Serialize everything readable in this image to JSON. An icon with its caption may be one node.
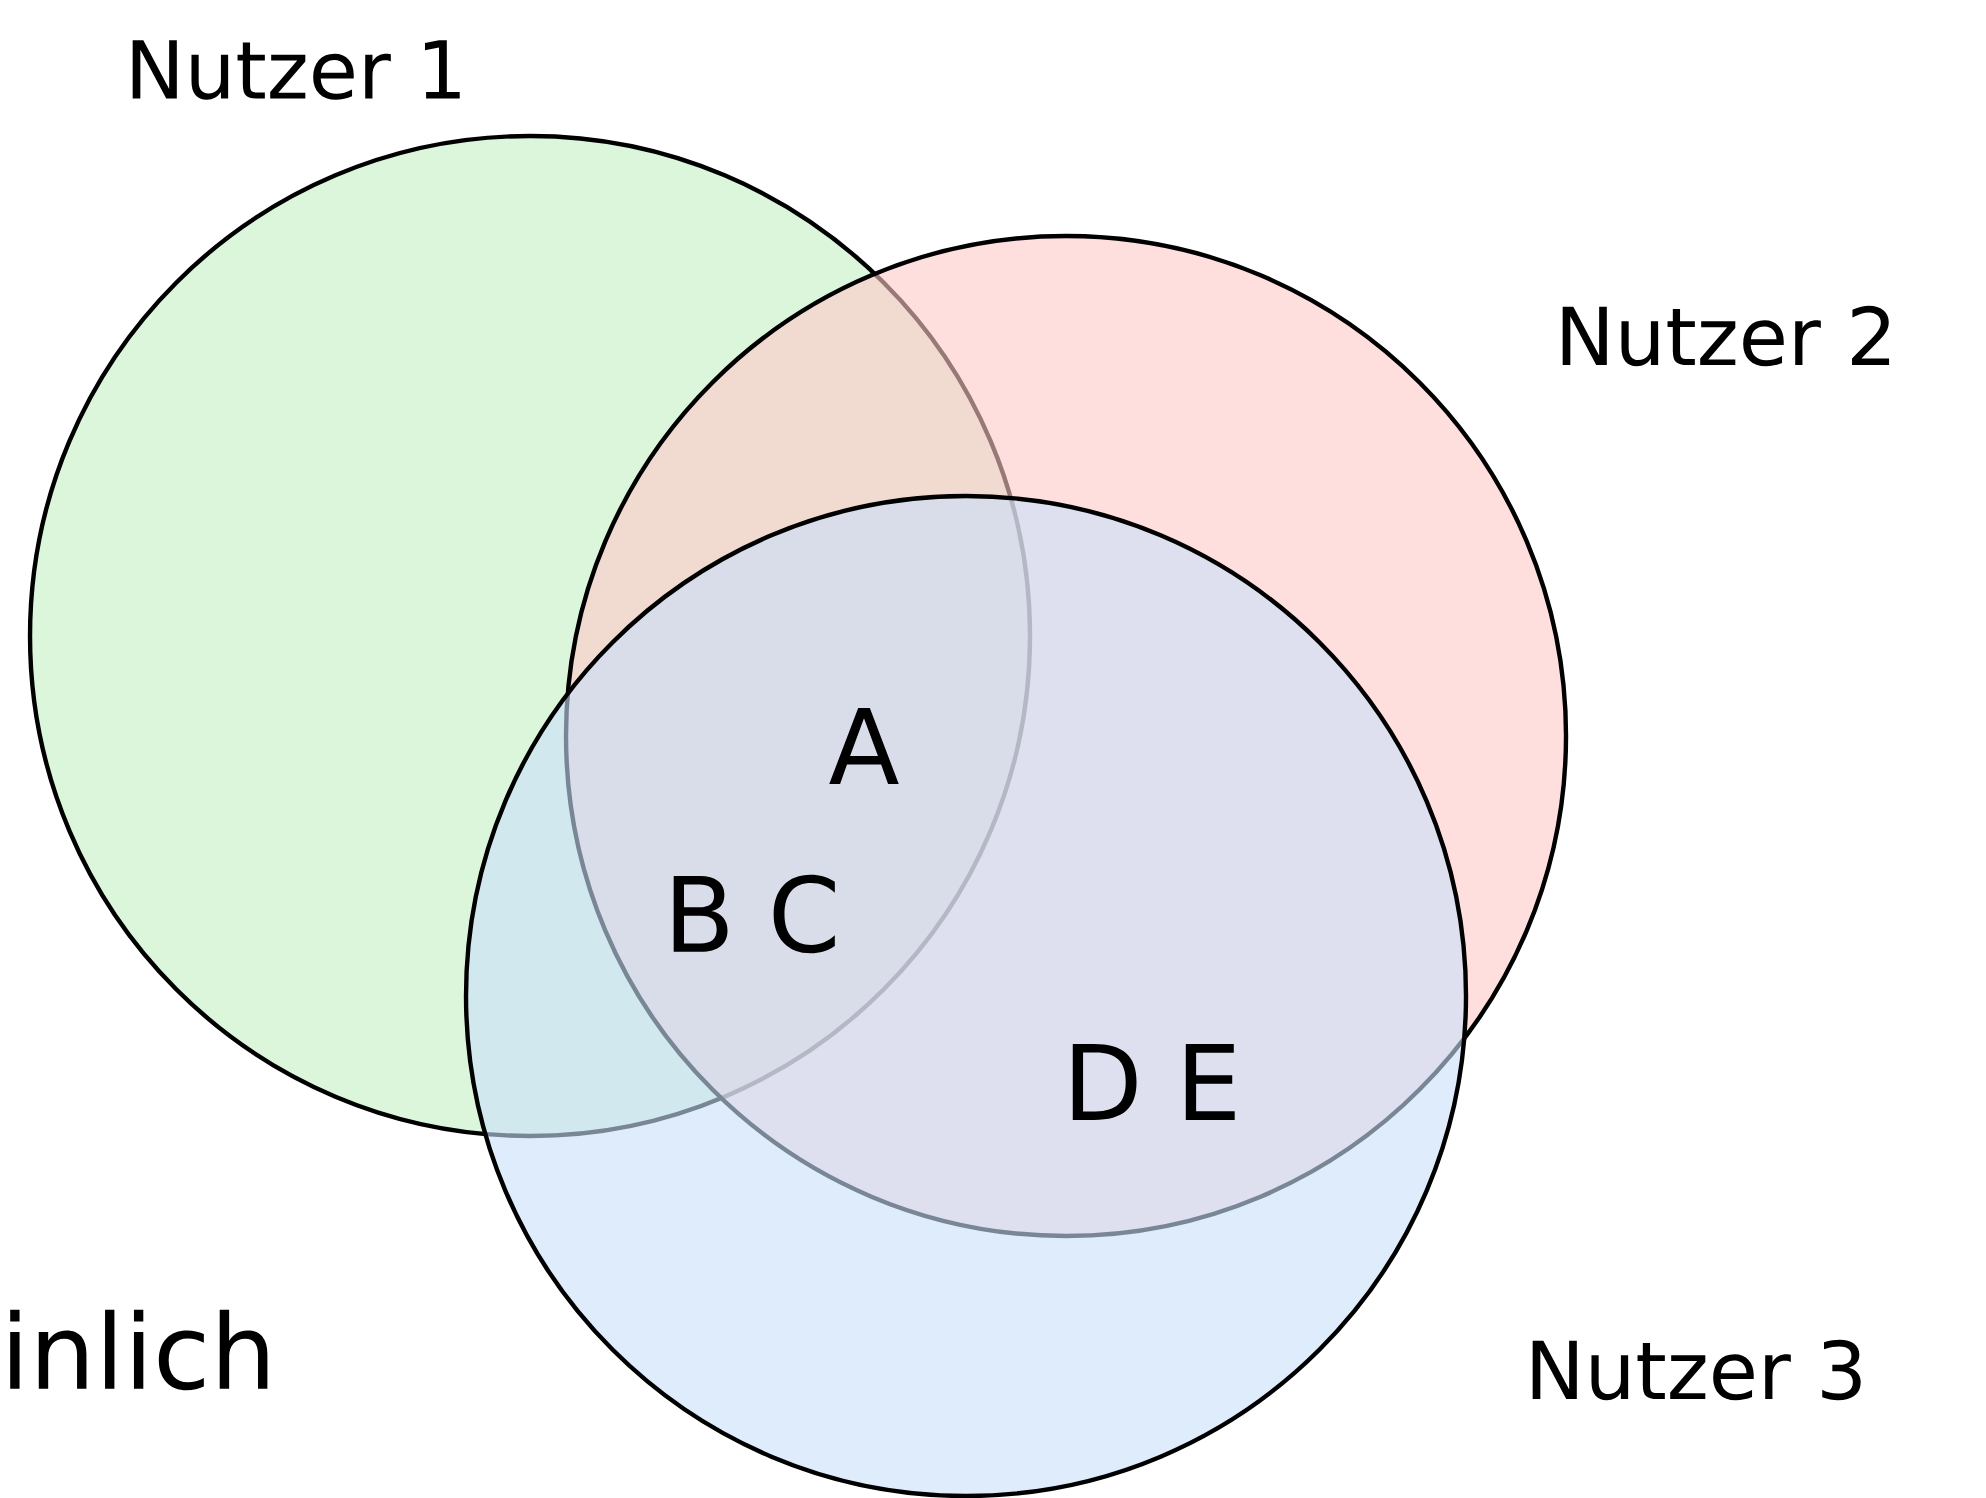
{
  "diagram": {
    "nodes": [
      {
        "text": [
          "Nutzer 1"
        ]
      },
      {
        "text": [
          "Nutzer 2"
        ]
      },
      {
        "text": [
          "Nutzer 3"
        ]
      }
    ],
    "labels": [
      "A",
      "B C",
      "D E",
      "inlich"
    ]
  }
}
